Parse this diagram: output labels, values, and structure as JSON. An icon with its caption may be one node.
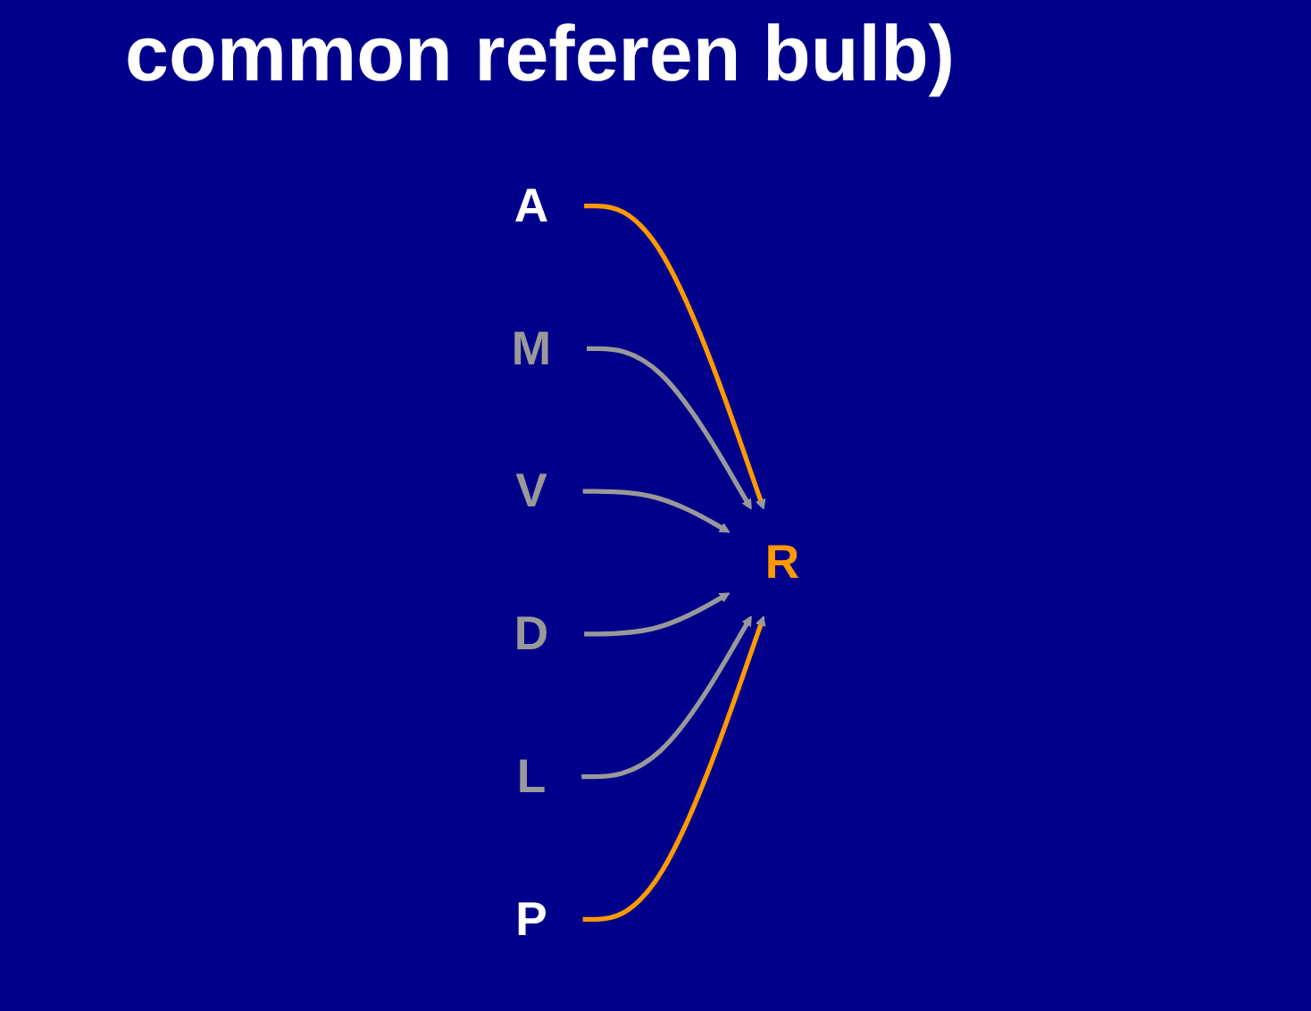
{
  "diagram": {
    "title": "common referen bulb)",
    "nodes": [
      {
        "text": [
          "M"
        ]
      },
      {
        "text": [
          "A"
        ]
      },
      {
        "text": [
          "V"
        ]
      },
      {
        "text": [
          "R"
        ]
      },
      {
        "text": [
          "D"
        ]
      },
      {
        "text": [
          "P"
        ]
      },
      {
        "text": [
          "L"
        ]
      }
    ],
    "edges": [
      {
        "from": 1,
        "to": 3,
        "arrow": "to",
        "color": "#ff9900"
      },
      {
        "from": 0,
        "to": 3,
        "arrow": "to"
      },
      {
        "from": 2,
        "to": 3,
        "arrow": "to"
      },
      {
        "from": 4,
        "to": 3,
        "arrow": "to"
      },
      {
        "from": 6,
        "to": 3,
        "arrow": "to"
      },
      {
        "from": 5,
        "to": 3,
        "arrow": "to",
        "color": "#ff9900"
      }
    ]
  }
}
